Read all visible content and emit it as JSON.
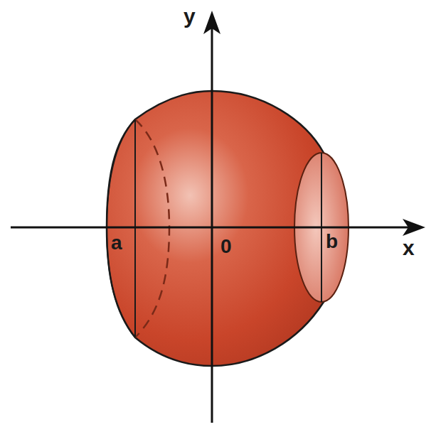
{
  "diagram": {
    "labels": [
      "y",
      "x",
      "a",
      "0",
      "b"
    ]
  }
}
